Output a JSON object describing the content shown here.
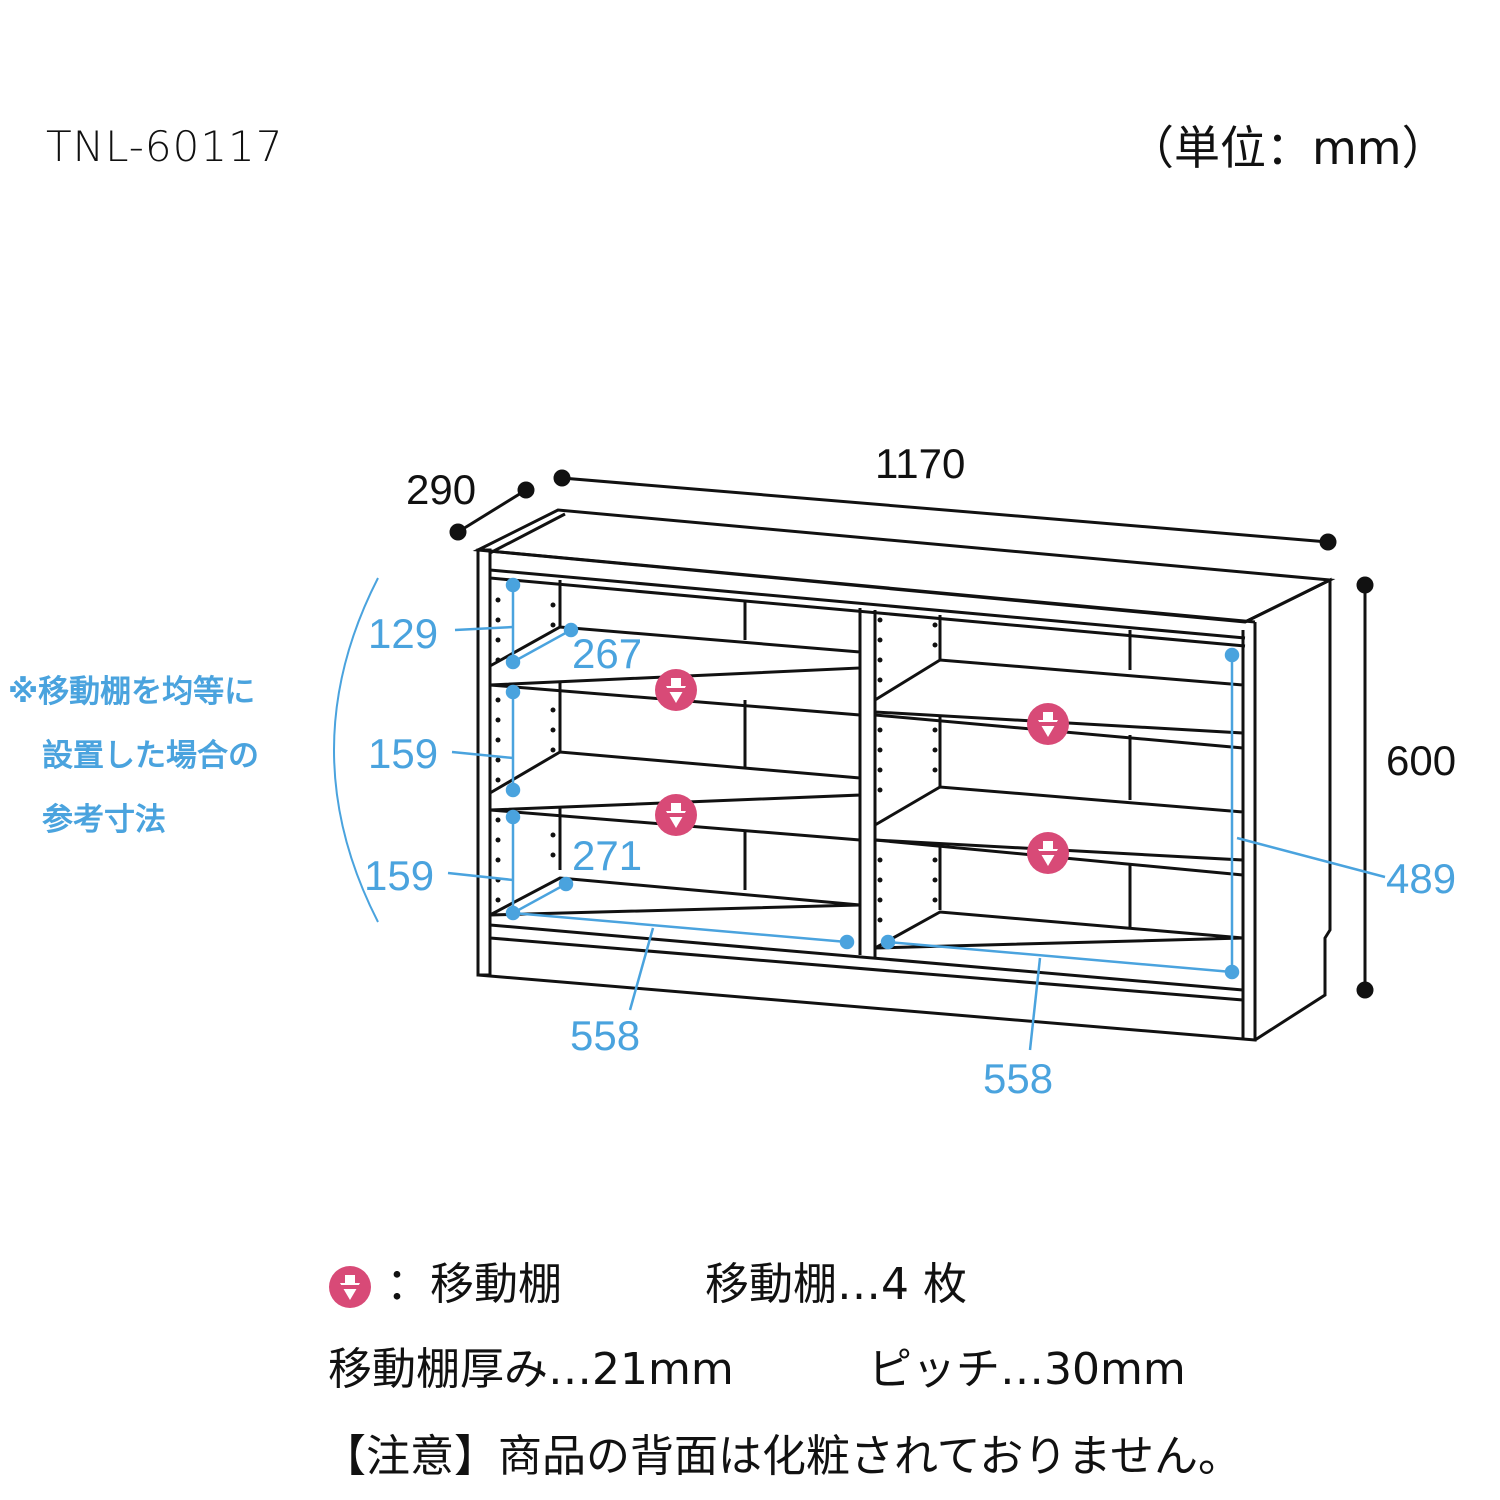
{
  "header": {
    "model_number": "TNL-60117",
    "unit_label": "（単位：mm）"
  },
  "dimensions": {
    "depth": "290",
    "width": "1170",
    "height": "600",
    "inner_height": "489",
    "inner_width_left": "558",
    "inner_width_right": "558",
    "shelf_depth_top": "267",
    "shelf_depth_bottom": "271",
    "gap_top": "129",
    "gap_middle": "159",
    "gap_bottom": "159"
  },
  "side_note": {
    "lines": [
      "※移動棚を均等に",
      "設置した場合の",
      "参考寸法"
    ]
  },
  "legend": {
    "icon": "movable-shelf-icon",
    "icon_label": "：移動棚",
    "shelf_count": "移動棚…4 枚",
    "shelf_thickness": "移動棚厚み…21mm",
    "pitch": "ピッチ…30mm",
    "caution": "【注意】商品の背面は化粧されておりません。"
  },
  "colors": {
    "line": "#111111",
    "dimension_blue": "#4aa3de",
    "movable_pink": "#d84a77"
  }
}
